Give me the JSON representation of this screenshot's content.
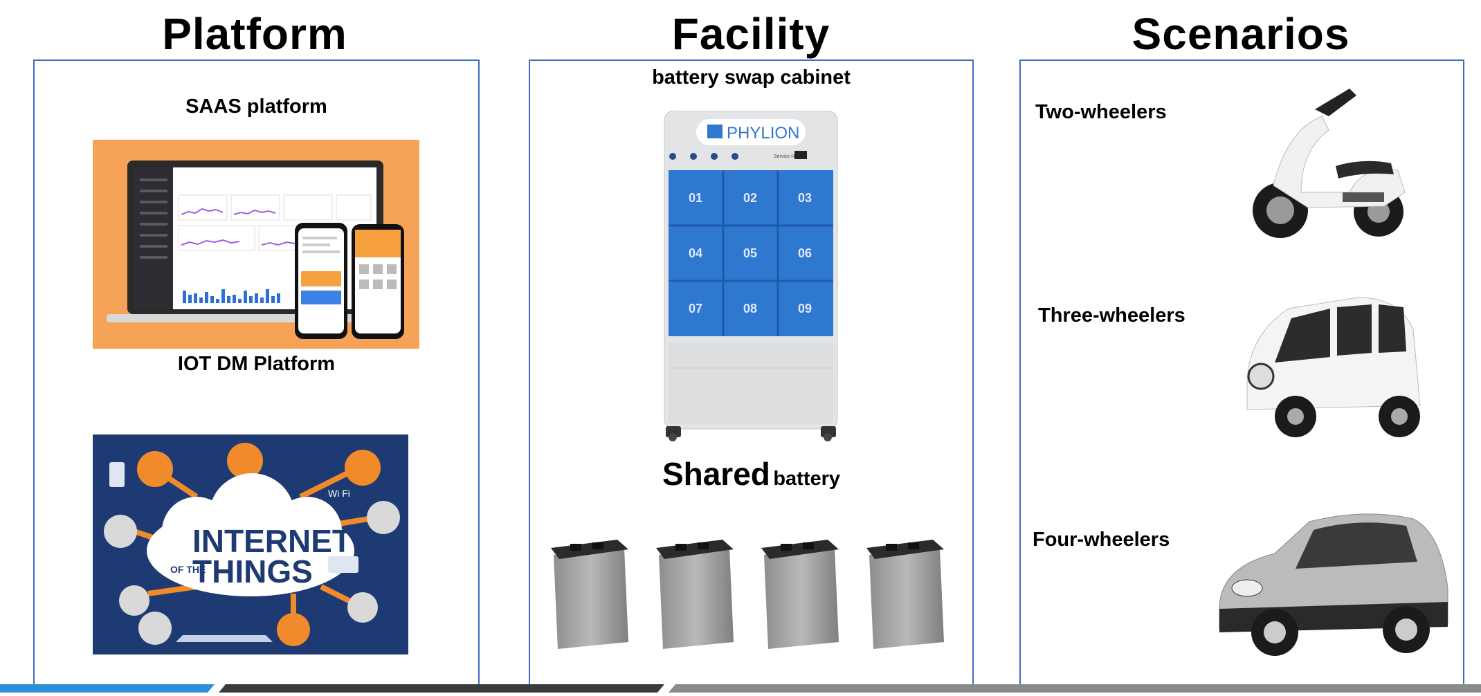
{
  "headings": {
    "platform": "Platform",
    "facility": "Facility",
    "scenarios": "Scenarios"
  },
  "platform": {
    "saas_label": "SAAS platform",
    "iot_label": "IOT DM Platform",
    "iot_image_text_top": "INTERNET",
    "iot_image_text_of": "OF THE",
    "iot_image_text_bottom": "THINGS",
    "wifi_text": "Wi Fi"
  },
  "facility": {
    "cabinet_label": "battery swap cabinet",
    "brand": "PHYLION",
    "hotline": "Service Hotline",
    "cells": [
      "01",
      "02",
      "03",
      "04",
      "05",
      "06",
      "07",
      "08",
      "09"
    ],
    "shared_big": "Shared",
    "shared_small": "battery"
  },
  "scenarios": {
    "two": "Two-wheelers",
    "three": "Three-wheelers",
    "four": "Four-wheelers"
  },
  "colors": {
    "panel_border": "#3d6dc4",
    "saas_bg": "#f7a357",
    "iot_bg": "#1d3a73",
    "cabinet_blue": "#2f78d0",
    "footer_blue": "#2d8fd8",
    "footer_dark": "#3a3a3a",
    "footer_gray": "#8a8a8a"
  }
}
